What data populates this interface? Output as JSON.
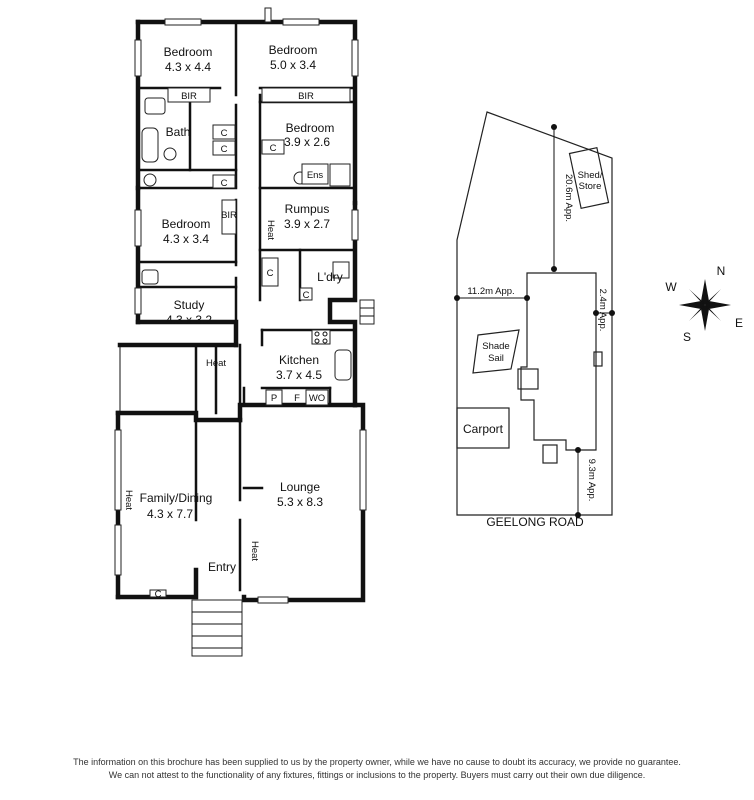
{
  "rooms": [
    {
      "name": "Bedroom",
      "dims": "4.3 x 4.4"
    },
    {
      "name": "Bedroom",
      "dims": "5.0 x 3.4"
    },
    {
      "name": "Bedroom",
      "dims": "3.9 x 2.6"
    },
    {
      "name": "Bath",
      "dims": ""
    },
    {
      "name": "Bedroom",
      "dims": "4.3 x 3.4"
    },
    {
      "name": "Rumpus",
      "dims": "3.9 x 2.7"
    },
    {
      "name": "L'dry",
      "dims": ""
    },
    {
      "name": "Study",
      "dims": "4.3 x 3.2"
    },
    {
      "name": "Kitchen",
      "dims": "3.7 x 4.5"
    },
    {
      "name": "Family/Dining",
      "dims": "4.3 x 7.7"
    },
    {
      "name": "Lounge",
      "dims": "5.3 x 8.3"
    },
    {
      "name": "Entry",
      "dims": ""
    }
  ],
  "fixtures": {
    "bir": "BIR",
    "cupboard": "C",
    "ens": "Ens",
    "heat": "Heat",
    "pantry": "P",
    "fridge": "F",
    "wall_oven": "WO"
  },
  "site_plan": {
    "shed": [
      "Shed/",
      "Store"
    ],
    "shade": [
      "Shade",
      "Sail"
    ],
    "carport": "Carport",
    "road": "GEELONG ROAD",
    "dims": {
      "rear": "20.6m App.",
      "side": "11.2m App.",
      "gap": "2.4m App.",
      "front": "9.3m App."
    }
  },
  "compass": {
    "n": "N",
    "s": "S",
    "e": "E",
    "w": "W"
  },
  "disclaimer": [
    "The information on this brochure has been supplied to us by the property owner, while we have no cause to doubt its accuracy, we provide no guarantee.",
    "We can not attest to the functionality of any fixtures, fittings or inclusions to the property. Buyers must carry out their own due diligence."
  ]
}
